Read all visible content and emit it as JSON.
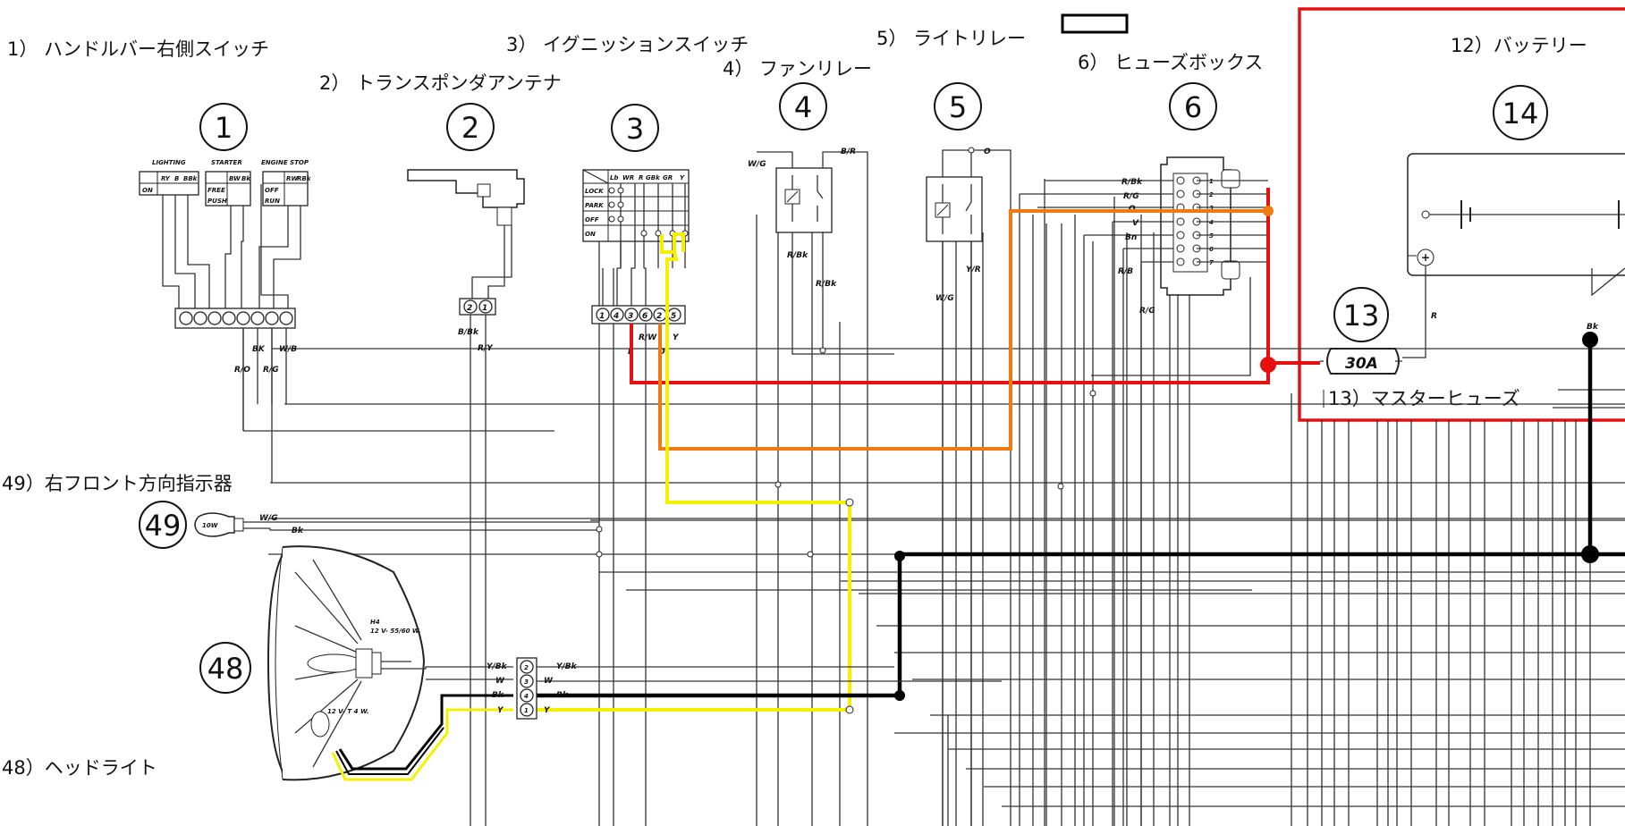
{
  "labels": {
    "c1": "1） ハンドルバー右側スイッチ",
    "c2": "2） トランスポンダアンテナ",
    "c3": "3） イグニッションスイッチ",
    "c4": "4） ファンリレー",
    "c5": "5） ライトリレー",
    "c6": "6） ヒューズボックス",
    "c12": "12）バッテリー",
    "c13": "13）マスターヒューズ",
    "c49": "49）右フロント方向指示器",
    "c48": "48）ヘッドライト"
  },
  "numbers": {
    "n1": "1",
    "n2": "2",
    "n3": "3",
    "n4": "4",
    "n5": "5",
    "n6": "6",
    "n13": "13",
    "n14": "14",
    "n48": "48",
    "n49": "49"
  },
  "fuse": {
    "rating": "30A"
  },
  "switch1": {
    "lighting": "LIGHTING",
    "starter": "STARTER",
    "engine_stop": "ENGINE STOP",
    "ry": "RY",
    "b": "B",
    "bbk": "BBk",
    "on": "ON",
    "bw": "BW",
    "bk": "Bk",
    "free": "FREE",
    "push": "PUSH",
    "rw": "RW",
    "rbk": "RBk",
    "off": "OFF",
    "run": "RUN"
  },
  "ignition": {
    "headers": [
      "Lb",
      "WR",
      "R",
      "GBk",
      "GR",
      "Y"
    ],
    "rows": [
      "LOCK",
      "PARK",
      "OFF",
      "ON"
    ],
    "pins": [
      "1",
      "4",
      "3",
      "6",
      "2",
      "5"
    ]
  },
  "wires": {
    "bk": "BK",
    "wb": "W/B",
    "ro": "R/O",
    "rg": "R/G",
    "bbk": "B/Bk",
    "ry": "R/Y",
    "r": "R",
    "rw": "R/W",
    "o": "O",
    "y": "Y",
    "wg": "W/G",
    "br": "B/R",
    "rbk": "R/Bk",
    "o2": "O",
    "yr": "Y/R",
    "f_rbk": "R/Bk",
    "f_rg": "R/G",
    "f_o": "O",
    "f_v": "V",
    "f_bn": "Bn",
    "f_rb": "R/B",
    "f_rg2": "R/G",
    "bat_r": "R",
    "bat_bk": "Bk",
    "ind_wg": "W/G",
    "ind_bk": "Bk",
    "hl_ybk": "Y/Bk",
    "hl_w": "W",
    "hl_bk": "Bk",
    "hl_y": "Y",
    "hl_ybk2": "Y/Bk",
    "hl_w2": "W",
    "hl_bk2": "Bk",
    "hl_y2": "Y"
  },
  "fusebox_pins": [
    "1",
    "2",
    "3",
    "4",
    "5",
    "6",
    "7"
  ],
  "antenna_pins": [
    "2",
    "1"
  ],
  "headlight_conn_pins": [
    "2",
    "3",
    "4",
    "1"
  ],
  "indicator_watt": "10W",
  "headlight_spec": {
    "bulb": "H4",
    "rating": "12 V- 55/60 W.",
    "parking": "12 V- T 4 W."
  },
  "colors": {
    "red": "#e61010",
    "orange": "#f07a10",
    "yellow": "#f5f000",
    "black": "#000000"
  }
}
